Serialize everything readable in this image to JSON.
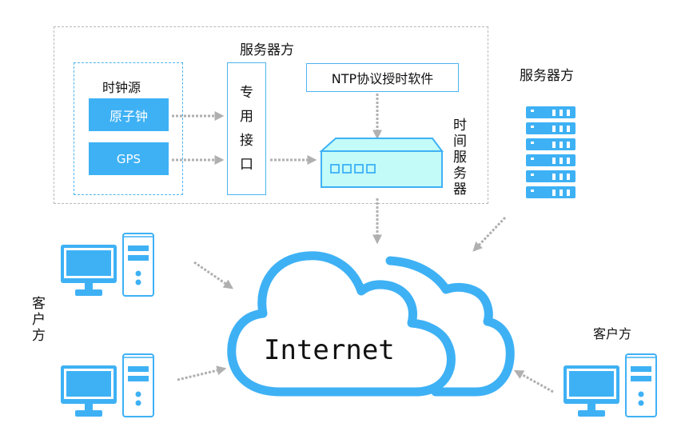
{
  "diagram": {
    "server_side": {
      "title": "服务器方",
      "clock_source": {
        "title": "时钟源",
        "items": [
          "原子钟",
          "GPS"
        ]
      },
      "dedicated_interface": [
        "专",
        "用",
        "接",
        "口"
      ],
      "ntp_software": "NTP协议授时软件",
      "time_server_label": [
        "时",
        "间",
        "服",
        "务",
        "器"
      ]
    },
    "remote_server": {
      "label": "服务器方",
      "rack_units": 6
    },
    "internet": {
      "label": "Internet"
    },
    "clients_left": {
      "label": [
        "客",
        "户",
        "方"
      ],
      "count": 2
    },
    "client_right": {
      "label": "客户方"
    },
    "colors": {
      "primary_blue": "#3eb1f5",
      "device_fill": "#c2fbf8",
      "arrow_gray": "#b0b0b0",
      "dashed_border": "#b8b8b8"
    }
  }
}
